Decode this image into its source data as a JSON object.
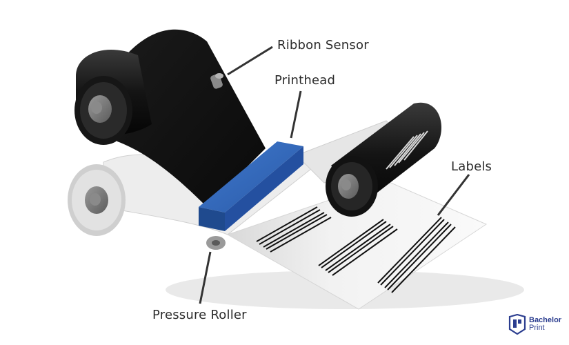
{
  "callouts": {
    "ribbon_sensor": "Ribbon Sensor",
    "printhead": "Printhead",
    "labels": "Labels",
    "pressure_roller": "Pressure Roller"
  },
  "brand": {
    "line1": "Bachelor",
    "line2": "Print",
    "color": "#2b3d8f"
  },
  "colors": {
    "ribbon": "#111111",
    "printhead": "#2d63b5",
    "roller_cap": "#7a7a7a",
    "label_stock": "#f4f4f4"
  }
}
